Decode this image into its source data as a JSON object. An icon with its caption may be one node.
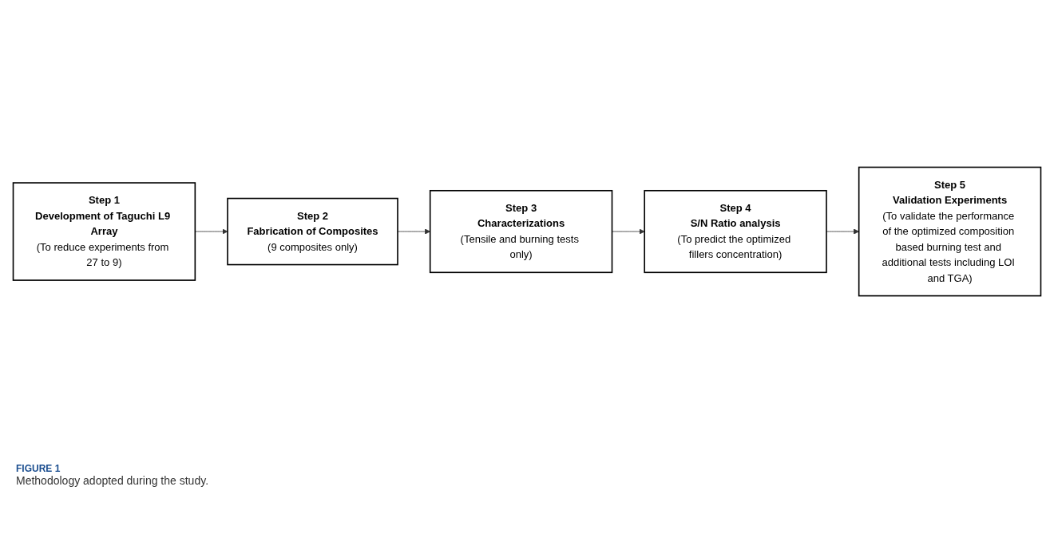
{
  "diagram": {
    "caption": "Methodology adopted during the study.",
    "nodes": [
      {
        "text": [
          "Step 1",
          "Development of Taguchi L9 Array",
          "(To reduce experiments from 27 to 9)"
        ]
      },
      {
        "text": [
          "Step 2",
          "Fabrication of Composites",
          "(9 composites only)"
        ]
      },
      {
        "text": [
          "Step 3",
          "Characterizations",
          "(Tensile and burning tests only)"
        ]
      },
      {
        "text": [
          "Step 4",
          "S/N Ratio analysis",
          "(To predict the optimized fillers concentration)"
        ]
      },
      {
        "text": [
          "Step 5",
          "Validation Experiments",
          "(To validate the performance of the optimized composition based burning test and additional tests including LOI and TGA)"
        ]
      }
    ],
    "edges": [
      {
        "from": 0,
        "to": 1,
        "arrow": "to"
      },
      {
        "from": 1,
        "to": 2,
        "arrow": "to"
      },
      {
        "from": 2,
        "to": 3,
        "arrow": "to"
      },
      {
        "from": 3,
        "to": 4,
        "arrow": "to"
      }
    ],
    "labels": [
      "FIGURE 1"
    ]
  }
}
